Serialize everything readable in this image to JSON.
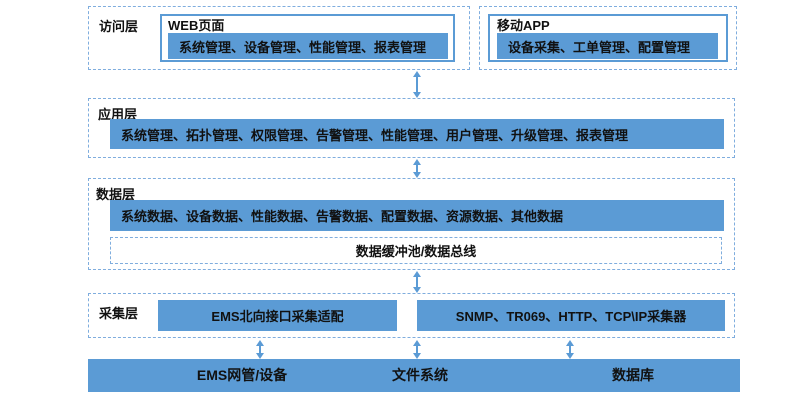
{
  "colors": {
    "accent_fill": "#5b9bd5",
    "solid_border": "#5b9bd5",
    "dashed_border": "#7fadde",
    "text": "#1a1a1a",
    "background": "#ffffff"
  },
  "layers": {
    "access": {
      "label": "访问层",
      "web": {
        "title": "WEB页面",
        "items": "系统管理、设备管理、性能管理、报表管理"
      },
      "mobile": {
        "title": "移动APP",
        "items": "设备采集、工单管理、配置管理"
      }
    },
    "application": {
      "label": "应用层",
      "items": "系统管理、拓扑管理、权限管理、告警管理、性能管理、用户管理、升级管理、报表管理"
    },
    "data": {
      "label": "数据层",
      "items": "系统数据、设备数据、性能数据、告警数据、配置数据、资源数据、其他数据",
      "bus": "数据缓冲池/数据总线"
    },
    "collection": {
      "label": "采集层",
      "adapter": "EMS北向接口采集适配",
      "collectors": "SNMP、TR069、HTTP、TCP\\IP采集器"
    },
    "resources": {
      "ems": "EMS网管/设备",
      "files": "文件系统",
      "db": "数据库"
    }
  }
}
